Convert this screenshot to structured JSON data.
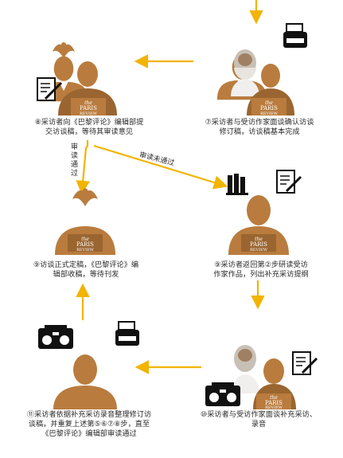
{
  "colors": {
    "arrow": "#f2b400",
    "figure": "#b97c3e",
    "figure_dark": "#9a6530",
    "logo_text": "#ffffff",
    "text": "#2a2a2a"
  },
  "logo": {
    "small": "the",
    "big": "PARIS",
    "sub": "REVIEW"
  },
  "steps": [
    {
      "id": "s8",
      "lines": [
        "⑧采访者向《巴黎评论》编辑部提",
        "交访谈稿，等待其审读意见"
      ]
    },
    {
      "id": "s7",
      "lines": [
        "⑦采访者与受访作家面谈确认访谈",
        "修订稿，访谈稿基本完成"
      ]
    },
    {
      "id": "s9a",
      "lines": [
        "⑨访谈正式定稿，《巴黎评论》编",
        "辑部收稿，等待刊发"
      ]
    },
    {
      "id": "s9b",
      "lines": [
        "⑨采访者返回第②步研读受访",
        "作家作品，列出补充采访提纲"
      ]
    },
    {
      "id": "s11",
      "lines": [
        "⑪采访者依据补充采访录音整理修订访",
        "谈稿，并重复上述第⑤⑥⑦⑧步，直至",
        "《巴黎评论》编辑部审读通过"
      ]
    },
    {
      "id": "s10",
      "lines": [
        "⑩采访者与受访作家面谈补充采访、",
        "录音"
      ]
    }
  ],
  "arrow_labels": {
    "approved": [
      "审",
      "读",
      "通",
      "过"
    ],
    "rejected": "审读未通过"
  },
  "icons": [
    "typewriter-icon",
    "notepad-pen-icon",
    "books-icon",
    "notepad-pen-icon",
    "radio-icon",
    "typewriter-icon",
    "radio-icon",
    "notepad-pen-icon"
  ]
}
